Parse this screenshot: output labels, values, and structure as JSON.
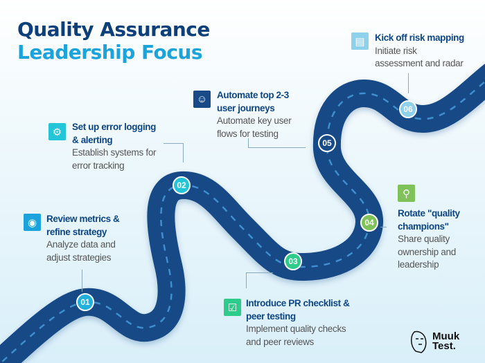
{
  "title": {
    "line1": "Quality Assurance",
    "line2": "Leadership Focus"
  },
  "colors": {
    "road": "#174a86",
    "dash": "#3f8fcf",
    "navy": "#0d3f7a",
    "accent": "#1ba3dc"
  },
  "steps": [
    {
      "num": "01",
      "heading1": "Review metrics &",
      "heading2": "refine strategy",
      "desc1": "Analyze data and",
      "desc2": "adjust strategies",
      "icon": "eye-icon",
      "color": "#1fb0dc"
    },
    {
      "num": "02",
      "heading1": "Set up error logging",
      "heading2": "& alerting",
      "desc1": "Establish systems for",
      "desc2": "error tracking",
      "icon": "gear-icon",
      "color": "#22c6d8"
    },
    {
      "num": "03",
      "heading1": "Introduce PR checklist &",
      "heading2": "peer testing",
      "desc1": "Implement quality checks",
      "desc2": "and peer reviews",
      "icon": "checkbox-icon",
      "color": "#2ecc8a"
    },
    {
      "num": "04",
      "heading1": "Rotate \"quality",
      "heading2": "champions\"",
      "desc1": "Share quality",
      "desc2": "ownership and",
      "desc3": "leadership",
      "icon": "search-gear-icon",
      "color": "#7fc25a"
    },
    {
      "num": "05",
      "heading1": "Automate top 2-3",
      "heading2": "user journeys",
      "desc1": "Automate key user",
      "desc2": "flows for testing",
      "icon": "user-icon",
      "color": "#174a86"
    },
    {
      "num": "06",
      "heading1": "Kick off risk mapping",
      "desc1": "Initiate risk",
      "desc2": "assessment and radar",
      "icon": "dashboard-icon",
      "color": "#8fd0ea"
    }
  ],
  "logo": {
    "line1": "Muuk",
    "line2": "Test."
  }
}
